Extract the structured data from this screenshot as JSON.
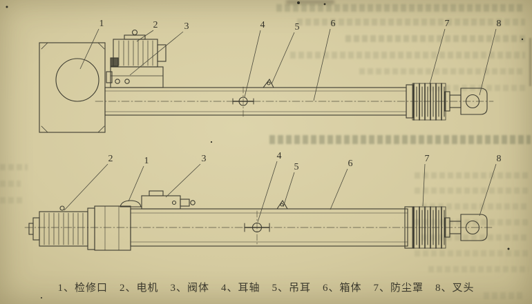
{
  "callouts": {
    "top": [
      "1",
      "2",
      "3",
      "4",
      "5",
      "6",
      "7",
      "8"
    ],
    "bottom": [
      "2",
      "1",
      "3",
      "4",
      "5",
      "6",
      "7",
      "8"
    ]
  },
  "legend": {
    "items": [
      "1、检修口",
      "2、电机",
      "3、阀体",
      "4、耳轴",
      "5、吊耳",
      "6、箱体",
      "7、防尘罩",
      "8、叉头"
    ]
  },
  "colors": {
    "paper": "#d5cba0",
    "ink": "#3c3b30"
  }
}
